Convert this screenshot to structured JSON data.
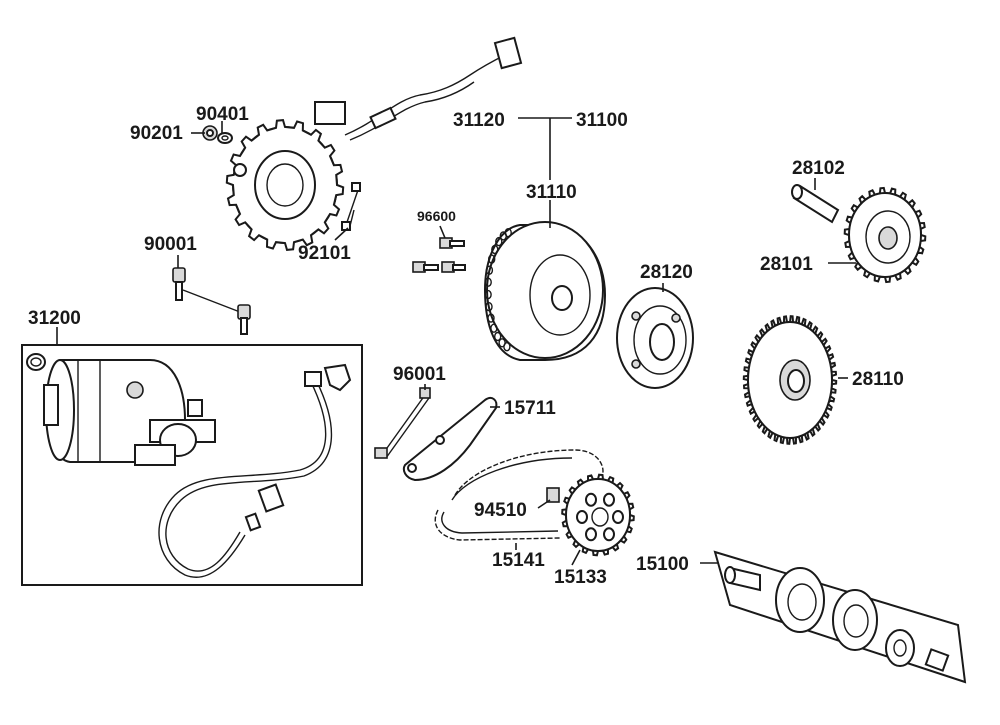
{
  "labels": {
    "p90201": "90201",
    "p90401": "90401",
    "p92101": "92101",
    "p90001": "90001",
    "p31200": "31200",
    "p31120": "31120",
    "p31100": "31100",
    "p31110": "31110",
    "p96600": "96600",
    "p28102": "28102",
    "p28101": "28101",
    "p28120": "28120",
    "p28110": "28110",
    "p96001": "96001",
    "p15711": "15711",
    "p94510": "94510",
    "p15141": "15141",
    "p15133": "15133",
    "p15100": "15100"
  }
}
